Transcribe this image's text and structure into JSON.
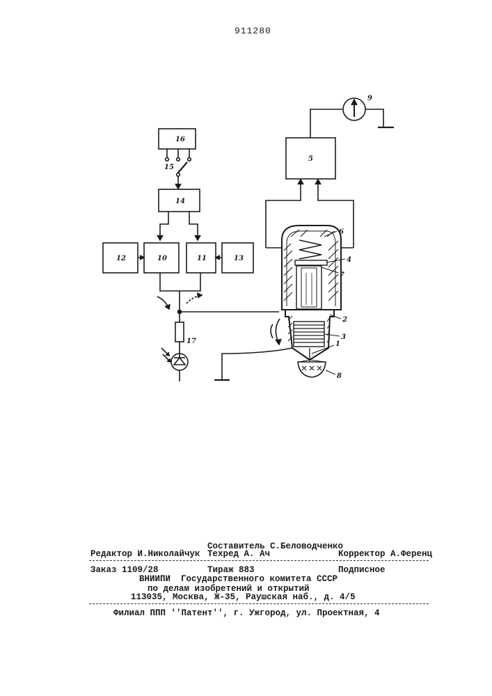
{
  "patent_number": "911280",
  "labels": {
    "b16": "16",
    "s15": "15",
    "b14": "14",
    "b12": "12",
    "b10": "10",
    "b11": "11",
    "b13": "13",
    "b5": "5",
    "m9": "9",
    "r17": "17",
    "c1": "1",
    "c2": "2",
    "c3": "3",
    "c4": "4",
    "c6": "6",
    "c7": "7",
    "c8": "8"
  },
  "footer": {
    "compiler": "Составитель С.Беловодченко",
    "editor": "Редактор И.Николайчук",
    "techred": "Техред А. Ач",
    "corrector": "Корректор А.Ференц",
    "order": "Заказ 1109/28",
    "circulation": "Тираж 883",
    "subscription": "Подписное",
    "org_line1": "ВНИИПИ  Государственного комитета СССР",
    "org_line2": "по делам изобретений и открытий",
    "org_line3": "113035, Москва, Ж-35, Раушская наб., д. 4/5",
    "branch": "Филиал ППП ''Патент'', г. Ужгород, ул. Проектная, 4"
  }
}
